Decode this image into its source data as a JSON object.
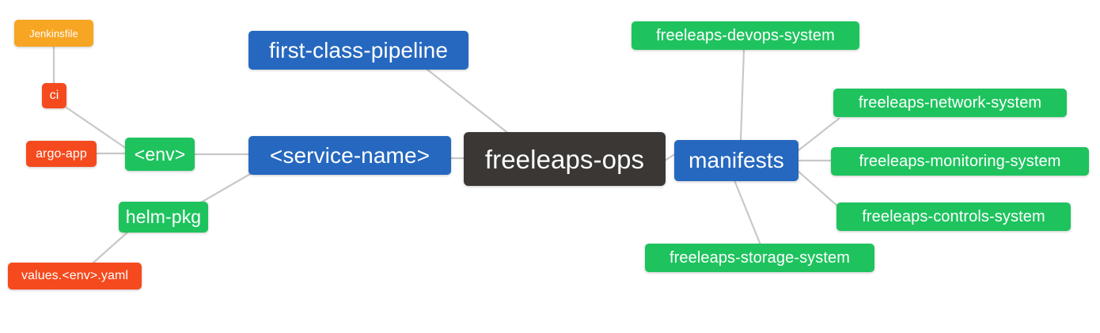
{
  "diagram": {
    "title": "freeleaps-ops repository mind map",
    "type": "mindmap",
    "background": "#ffffff",
    "edge_color": "#c8c8c8",
    "palette": {
      "root": "#3b3734",
      "blue": "#2668bf",
      "green": "#1ec35e",
      "orange": "#f7a623",
      "red": "#f54a1e"
    }
  },
  "nodes": {
    "root": {
      "label": "freeleaps-ops",
      "color": "root"
    },
    "first_class_pipeline": {
      "label": "first-class-pipeline",
      "color": "blue"
    },
    "service_name": {
      "label": "<service-name>",
      "color": "blue"
    },
    "env": {
      "label": "<env>",
      "color": "green"
    },
    "ci": {
      "label": "ci",
      "color": "red"
    },
    "jenkinsfile": {
      "label": "Jenkinsfile",
      "color": "orange"
    },
    "argo_app": {
      "label": "argo-app",
      "color": "red"
    },
    "helm_pkg": {
      "label": "helm-pkg",
      "color": "green"
    },
    "values_yaml": {
      "label": "values.<env>.yaml",
      "color": "red"
    },
    "manifests": {
      "label": "manifests",
      "color": "blue"
    },
    "devops_system": {
      "label": "freeleaps-devops-system",
      "color": "green"
    },
    "network_system": {
      "label": "freeleaps-network-system",
      "color": "green"
    },
    "monitoring_system": {
      "label": "freeleaps-monitoring-system",
      "color": "green"
    },
    "controls_system": {
      "label": "freeleaps-controls-system",
      "color": "green"
    },
    "storage_system": {
      "label": "freeleaps-storage-system",
      "color": "green"
    }
  },
  "edges": [
    {
      "from": "root",
      "to": "first_class_pipeline"
    },
    {
      "from": "root",
      "to": "service_name"
    },
    {
      "from": "root",
      "to": "manifests"
    },
    {
      "from": "service_name",
      "to": "env"
    },
    {
      "from": "service_name",
      "to": "helm_pkg"
    },
    {
      "from": "env",
      "to": "ci"
    },
    {
      "from": "env",
      "to": "argo_app"
    },
    {
      "from": "ci",
      "to": "jenkinsfile"
    },
    {
      "from": "helm_pkg",
      "to": "values_yaml"
    },
    {
      "from": "manifests",
      "to": "devops_system"
    },
    {
      "from": "manifests",
      "to": "network_system"
    },
    {
      "from": "manifests",
      "to": "monitoring_system"
    },
    {
      "from": "manifests",
      "to": "controls_system"
    },
    {
      "from": "manifests",
      "to": "storage_system"
    }
  ]
}
